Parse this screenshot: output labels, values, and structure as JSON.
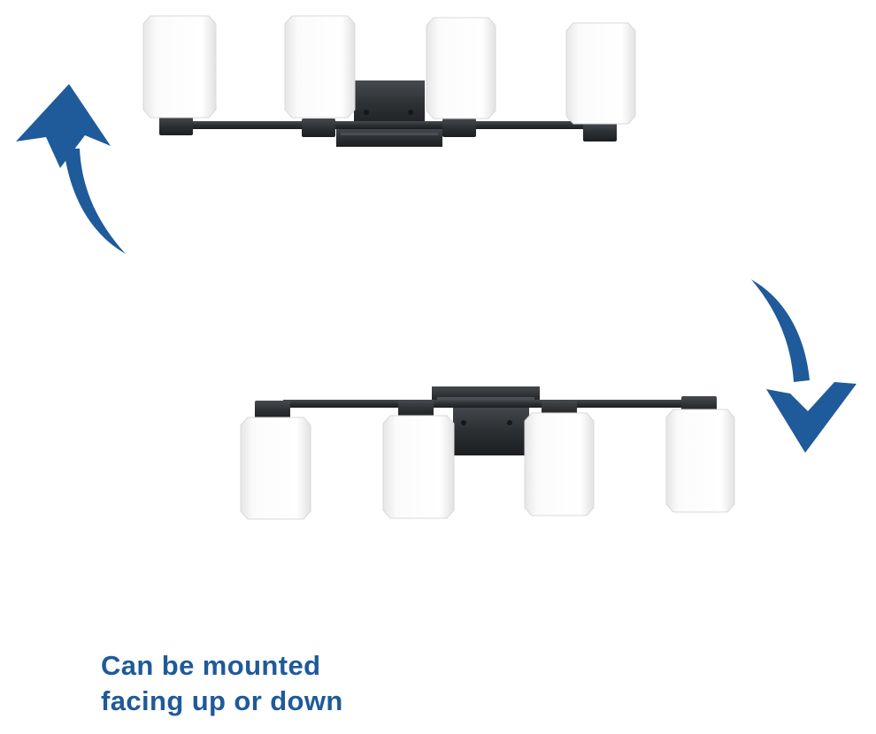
{
  "caption": {
    "line1": "Can be mounted",
    "line2": "facing up or down"
  },
  "colors": {
    "accent": "#1f5a9a",
    "metal_finish": "#2d3033",
    "glass": "#f7f7f7",
    "background": "#ffffff"
  },
  "icons": {
    "top_arrow": "curved-arrow-up-icon",
    "bottom_arrow": "curved-arrow-down-icon"
  },
  "fixtures": [
    {
      "orientation": "up",
      "shade_count": 4
    },
    {
      "orientation": "down",
      "shade_count": 4
    }
  ]
}
